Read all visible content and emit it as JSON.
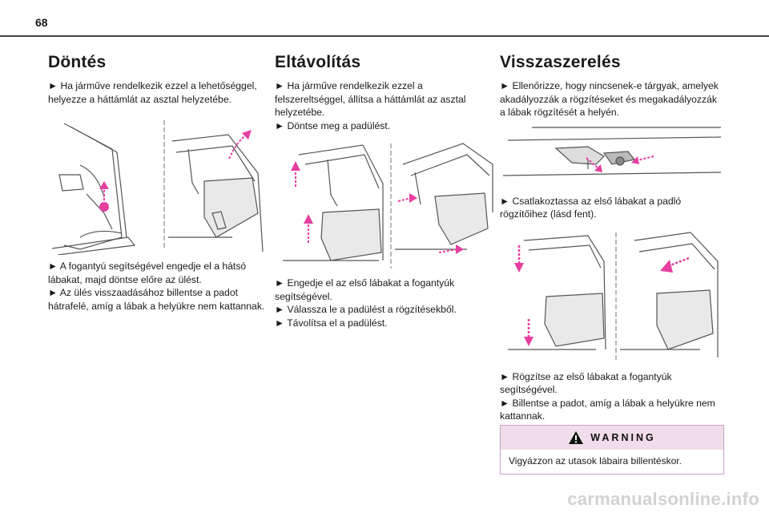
{
  "page": {
    "number": "68",
    "watermark": "carmanualsonline.info"
  },
  "sections": {
    "dontes": {
      "title": "Döntés",
      "text1": "► Ha járműve rendelkezik ezzel a lehetőséggel, helyezze a háttámlát az asztal helyzetébe.",
      "text2": "► A fogantyú segítségével engedje el a hátsó lábakat, majd döntse előre az ülést.",
      "text3": "► Az ülés visszaadásához billentse a padot hátrafelé, amíg a lábak a helyükre nem kattannak."
    },
    "eltavolitas": {
      "title": "Eltávolítás",
      "text1": "► Ha járműve rendelkezik ezzel a felszereltséggel, állítsa a háttámlát az asztal helyzetébe.",
      "text2": "► Döntse meg a padülést.",
      "text3": "► Engedje el az első lábakat a fogantyúk segítségével.",
      "text4": "► Válassza le a padülést a rögzítésekből.",
      "text5": "► Távolítsa el a padülést."
    },
    "visszaszereles": {
      "title": "Visszaszerelés",
      "text1": "► Ellenőrizze, hogy nincsenek-e tárgyak, amelyek akadályozzák a rögzítéseket és megakadályozzák a lábak rögzítését a helyén.",
      "text2": "► Csatlakoztassa az első lábakat a padló rögzítőihez (lásd fent).",
      "text3": "► Rögzítse az első lábakat a fogantyúk segítségével.",
      "text4": "► Billentse a padot, amíg a lábak a helyükre nem kattannak."
    }
  },
  "warning": {
    "title": "WARNING",
    "text": "Vigyázzon az utasok lábaira billentéskor.",
    "icon": "warning-triangle-icon",
    "accent": "#f1dcea",
    "border": "#c3a4c5"
  },
  "colors": {
    "arrow": "#e63fa0",
    "line": "#555555"
  }
}
